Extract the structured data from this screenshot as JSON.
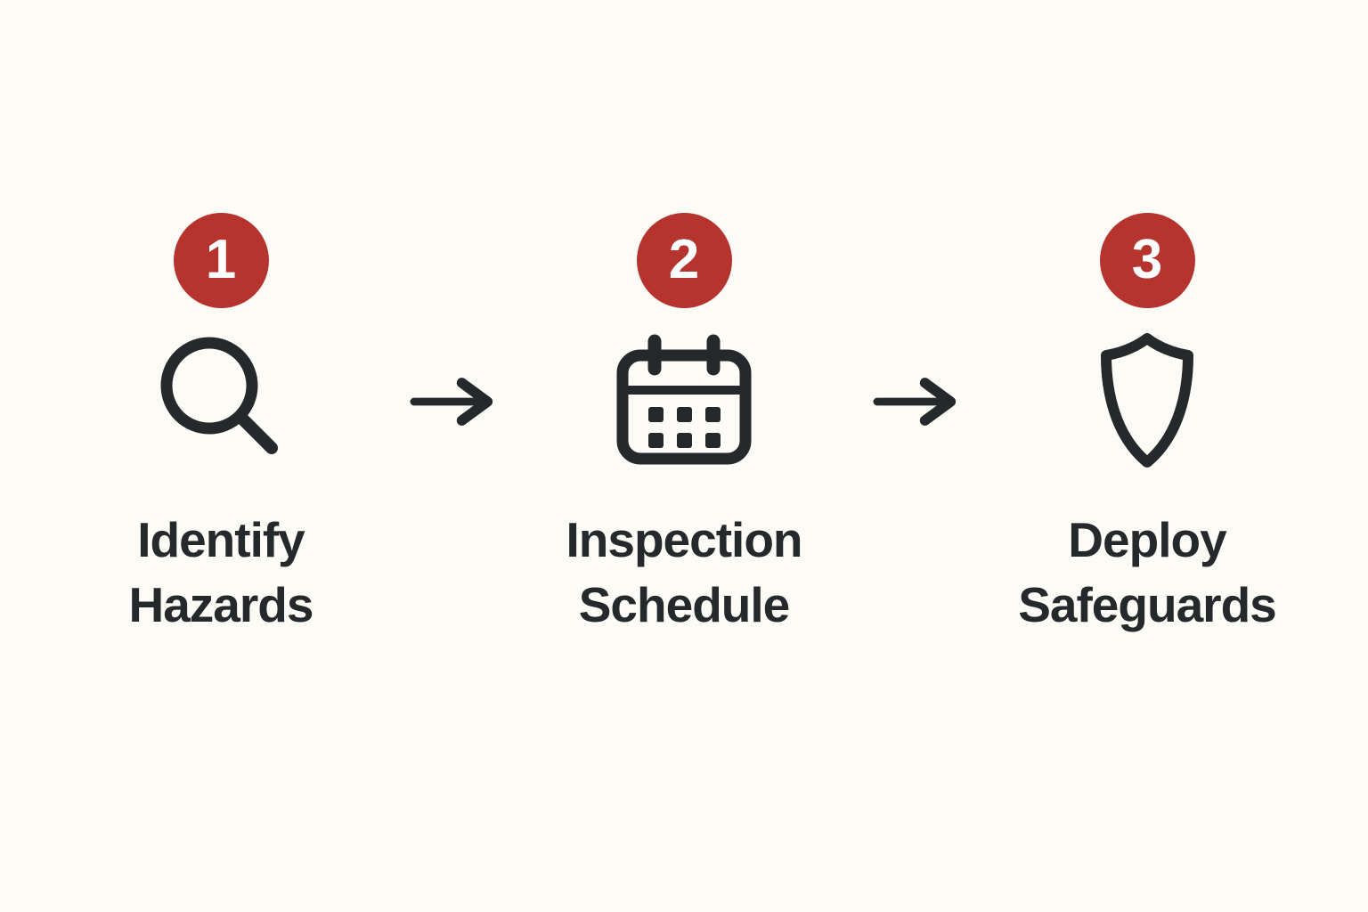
{
  "title": "three-step-process-diagram",
  "colors": {
    "background": "#fcfbf6",
    "accent_red": "#b5342e",
    "ink": "#26292c",
    "badge_text": "#ffffff"
  },
  "steps": [
    {
      "number": "1",
      "icon": "search-icon",
      "label": [
        "Identify",
        "Hazards"
      ]
    },
    {
      "number": "2",
      "icon": "calendar-icon",
      "label": [
        "Inspection",
        "Schedule"
      ]
    },
    {
      "number": "3",
      "icon": "shield-icon",
      "label": [
        "Deploy",
        "Safeguards"
      ]
    }
  ],
  "connectors": [
    {
      "icon": "arrow-right-icon"
    },
    {
      "icon": "arrow-right-icon"
    }
  ]
}
